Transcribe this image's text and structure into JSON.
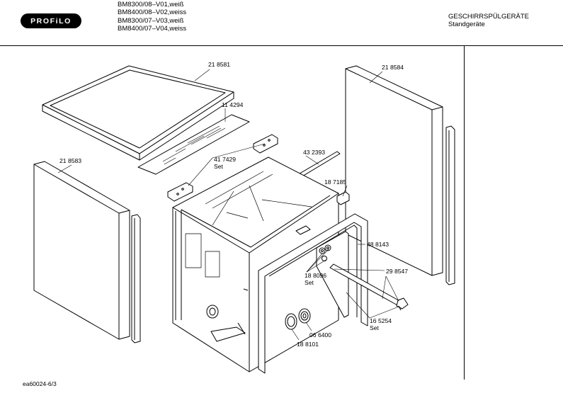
{
  "header": {
    "logo_text": "PROFiLO",
    "models": [
      "BM8300/08–V01,weiß",
      "BM8400/08–V02,weiss",
      "BM8300/07–V03,weiß",
      "BM8400/07–V04,weiss"
    ],
    "category_title": "GESCHIRRSPÜLGERÄTE",
    "category_subtitle": "Standgeräte"
  },
  "parts": {
    "p218581": "21 8581",
    "p218584": "21 8584",
    "p114294": "11 4294",
    "p218583": "21 8583",
    "p417429": "41 7429",
    "p417429_note": "Set",
    "p432393": "43 2393",
    "p187185": "18 7185",
    "p488143": "48 8143",
    "p188096": "18 8096",
    "p188096_note": "Set",
    "p298547": "29 8547",
    "p165254": "16 5254",
    "p165254_note": "Set",
    "p066400": "06 6400",
    "p188101": "18 8101"
  },
  "footer": {
    "doc_ref": "ea60024-6/3"
  }
}
